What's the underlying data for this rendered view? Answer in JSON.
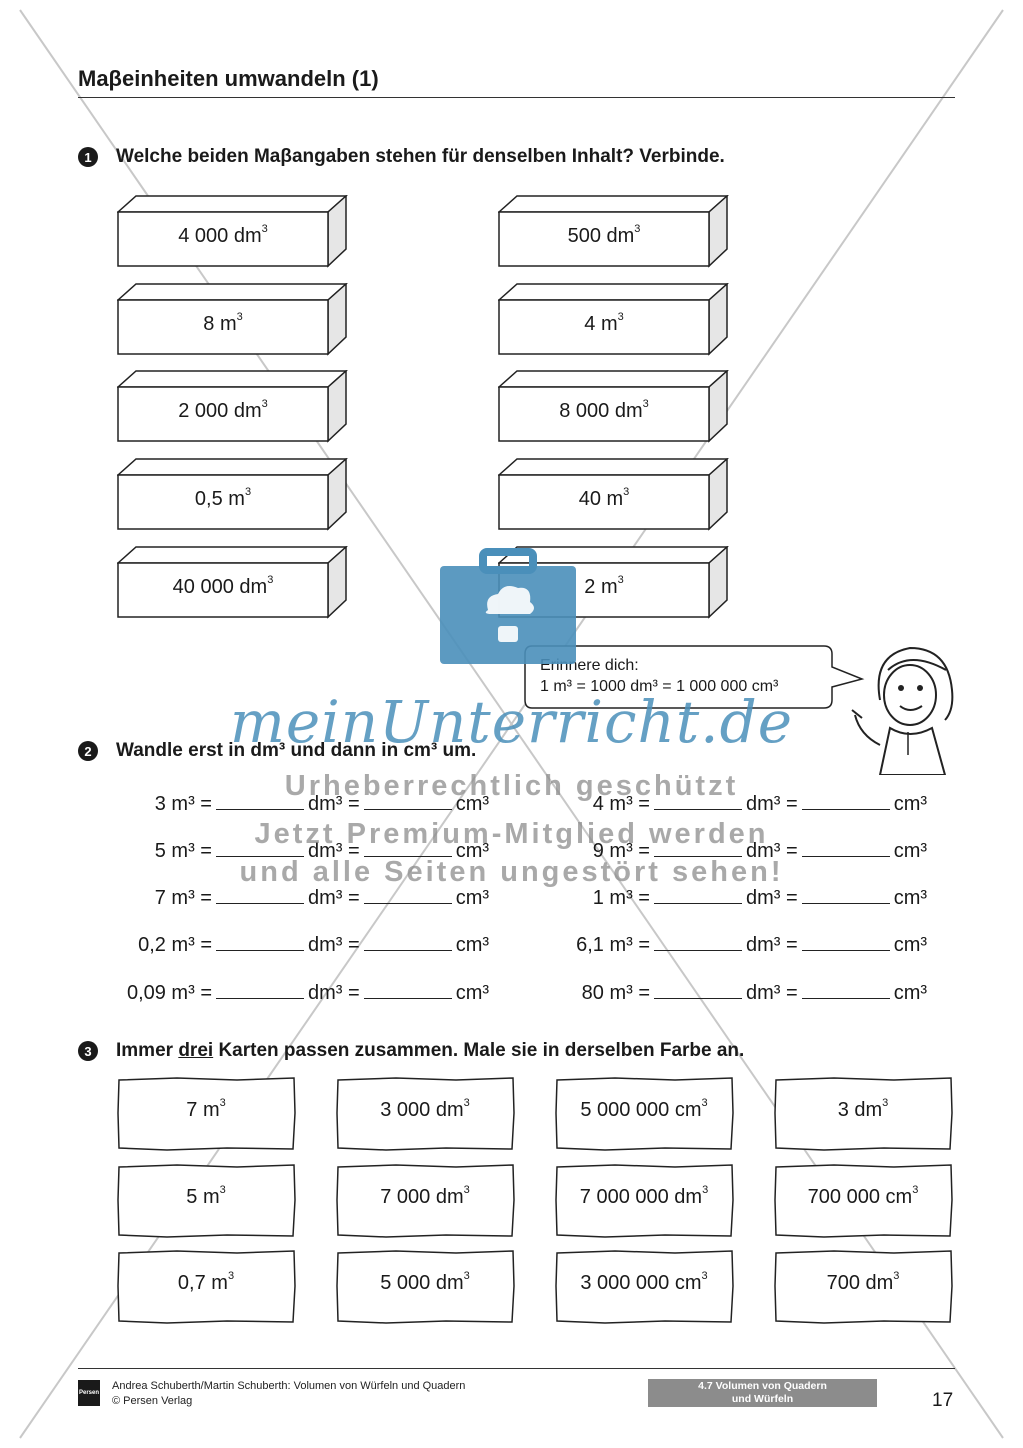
{
  "title": "Maβeinheiten umwandeln (1)",
  "task1": {
    "number": "1",
    "heading": "Welche beiden Maβangaben stehen für denselben Inhalt? Verbinde.",
    "left_boxes": [
      {
        "val": "4 000 dm",
        "sup": "3"
      },
      {
        "val": "8 m",
        "sup": "3"
      },
      {
        "val": "2 000 dm",
        "sup": "3"
      },
      {
        "val": "0,5 m",
        "sup": "3"
      },
      {
        "val": "40 000 dm",
        "sup": "3"
      }
    ],
    "right_boxes": [
      {
        "val": "500 dm",
        "sup": "3"
      },
      {
        "val": "4 m",
        "sup": "3"
      },
      {
        "val": "8 000 dm",
        "sup": "3"
      },
      {
        "val": "40 m",
        "sup": "3"
      },
      {
        "val": "2 m",
        "sup": "3"
      }
    ]
  },
  "reminder": {
    "line1": "Erinnere dich:",
    "line2": "1 m³ = 1000 dm³ = 1 000 000 cm³"
  },
  "task2": {
    "number": "2",
    "heading": "Wandle erst in dm³ und dann in cm³ um.",
    "unit_dm": "dm³ =",
    "unit_cm": "cm³",
    "left_rows": [
      "3 m³ =",
      "5 m³ =",
      "7 m³ =",
      "0,2 m³ =",
      "0,09 m³ ="
    ],
    "right_rows": [
      "4 m³ =",
      "9 m³ =",
      "1 m³ =",
      "6,1 m³ =",
      "80 m³ ="
    ]
  },
  "task3": {
    "number": "3",
    "heading_pre": "Immer ",
    "heading_under": "drei",
    "heading_post": " Karten passen zusammen. Male sie in derselben Farbe an.",
    "cards": [
      [
        {
          "val": "7 m",
          "sup": "3"
        },
        {
          "val": "3 000 dm",
          "sup": "3"
        },
        {
          "val": "5 000 000 cm",
          "sup": "3"
        },
        {
          "val": "3 dm",
          "sup": "3"
        }
      ],
      [
        {
          "val": "5 m",
          "sup": "3"
        },
        {
          "val": "7 000 dm",
          "sup": "3"
        },
        {
          "val": "7 000 000 dm",
          "sup": "3"
        },
        {
          "val": "700 000 cm",
          "sup": "3"
        }
      ],
      [
        {
          "val": "0,7 m",
          "sup": "3"
        },
        {
          "val": "5 000 dm",
          "sup": "3"
        },
        {
          "val": "3 000 000 cm",
          "sup": "3"
        },
        {
          "val": "700 dm",
          "sup": "3"
        }
      ]
    ]
  },
  "watermark": {
    "brand": "meinUnterricht.de",
    "line1": "Urheberrechtlich geschützt",
    "line2": "Jetzt Premium-Mitglied werden",
    "line3": "und alle Seiten ungestört sehen!"
  },
  "footer": {
    "logo": "Persen",
    "authors": "Andrea Schuberth/Martin Schuberth: Volumen von Würfeln und Quadern",
    "publisher": "© Persen Verlag",
    "section_line1": "4.7 Volumen von Quadern",
    "section_line2": "und Würfeln",
    "page": "17"
  },
  "colors": {
    "watermark_blue": "#4a8fba",
    "badge_gray": "#8c8c8c"
  }
}
